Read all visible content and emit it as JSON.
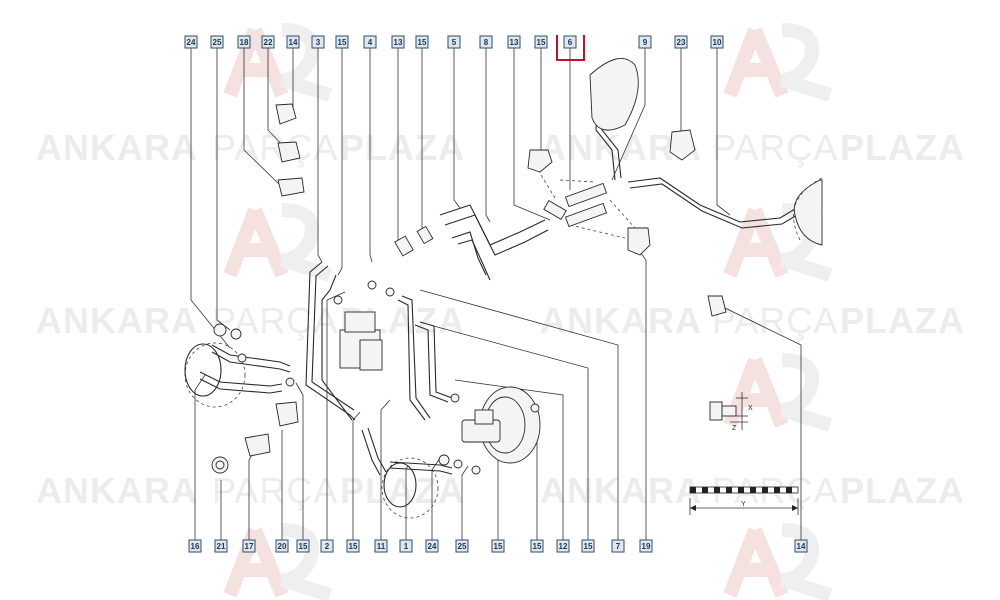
{
  "watermark": {
    "word1": "ANKARA",
    "word2": "PARÇA",
    "word3": "PLAZA"
  },
  "callouts_top": [
    "24",
    "25",
    "18",
    "22",
    "14",
    "3",
    "15",
    "4",
    "13",
    "15",
    "5",
    "8",
    "13",
    "15",
    "6",
    "9",
    "23",
    "10"
  ],
  "callouts_bottom": [
    "16",
    "21",
    "17",
    "20",
    "15",
    "2",
    "15",
    "11",
    "1",
    "24",
    "25",
    "15",
    "15",
    "12",
    "15",
    "7",
    "19",
    "14"
  ],
  "highlight": {
    "label": "6",
    "color": "#c8102e"
  },
  "dimension_labels": {
    "x": "X",
    "z": "Z",
    "y": "Y"
  },
  "colors": {
    "callout_fill": "#dfe7ee",
    "callout_stroke": "#2f4f6f",
    "line": "#2a2a2a"
  }
}
